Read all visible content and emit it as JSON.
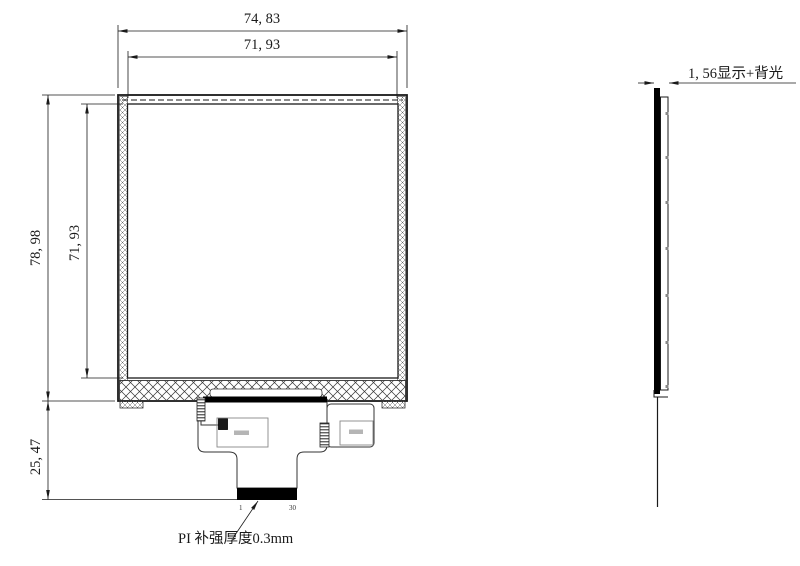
{
  "drawing": {
    "front_view": {
      "dim_outer_width": "74, 83",
      "dim_inner_width": "71, 93",
      "dim_outer_height": "78, 98",
      "dim_inner_height": "71, 93",
      "dim_tail_height": "25, 47",
      "pin_first": "1",
      "pin_last": "30",
      "note_pi": "PI 补强厚度0.3mm"
    },
    "side_view": {
      "dim_thickness": "1, 56显示+背光"
    },
    "colors": {
      "line": "#1a1a1a",
      "fill_black": "#000000",
      "paper": "#ffffff"
    }
  }
}
